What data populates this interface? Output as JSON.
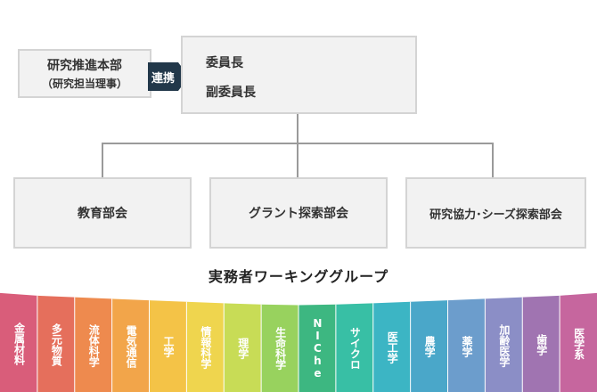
{
  "hq": {
    "line1": "研究推進本部",
    "line2": "（研究担当理事）"
  },
  "link_label": "連携",
  "committee": {
    "line1": "委員長",
    "line2": "副委員長"
  },
  "subcommittees": [
    "教育部会",
    "グラント探索部会",
    "研究協力･シーズ探索部会"
  ],
  "working_group_title": "実務者ワーキンググループ",
  "fields": [
    {
      "label": "金属材料",
      "color": "#d95d7a"
    },
    {
      "label": "多元物質",
      "color": "#e56f5c"
    },
    {
      "label": "流体科学",
      "color": "#ee8a4e"
    },
    {
      "label": "電気通信",
      "color": "#f2a54a"
    },
    {
      "label": "工学",
      "color": "#f4c347"
    },
    {
      "label": "情報科学",
      "color": "#efd54e"
    },
    {
      "label": "理学",
      "color": "#c8dc56"
    },
    {
      "label": "生命科学",
      "color": "#98d25e"
    },
    {
      "label": "NIChe",
      "color": "#3db781"
    },
    {
      "label": "サイクロ",
      "color": "#38bfa5"
    },
    {
      "label": "医工学",
      "color": "#3cb5c4"
    },
    {
      "label": "農学",
      "color": "#4aa7c9"
    },
    {
      "label": "薬学",
      "color": "#6c9dcc"
    },
    {
      "label": "加齢医学",
      "color": "#8b8ec6"
    },
    {
      "label": "歯学",
      "color": "#a074b1"
    },
    {
      "label": "医学系",
      "color": "#c6669e"
    }
  ]
}
